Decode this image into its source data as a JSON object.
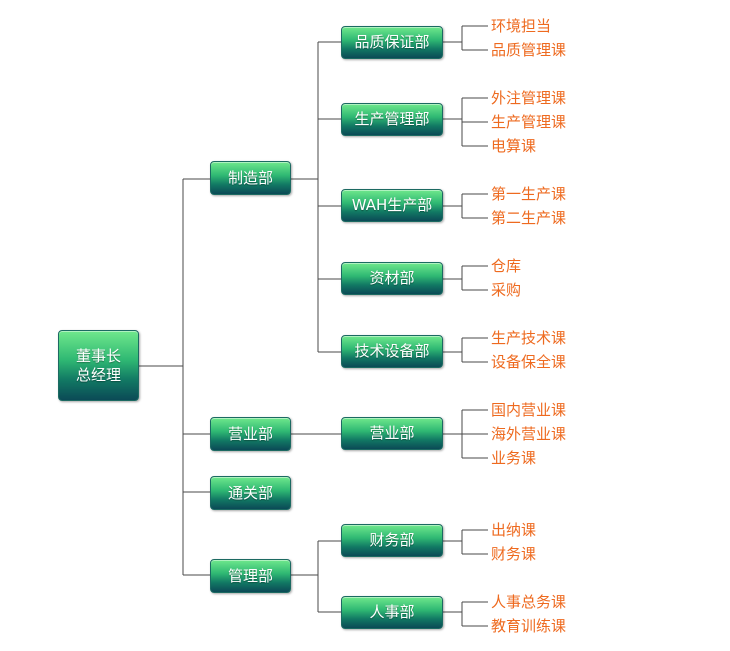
{
  "colors": {
    "leaf_text": "#ee6a1f",
    "line": "#4a4a4a"
  },
  "root": {
    "line1": "董事长",
    "line2": "总经理"
  },
  "divisions": {
    "manufacturing": "制造部",
    "sales": "营业部",
    "customs": "通关部",
    "management": "管理部"
  },
  "departments": {
    "qa": {
      "label": "品质保证部",
      "courses": [
        "环境担当",
        "品质管理课"
      ]
    },
    "production": {
      "label": "生产管理部",
      "courses": [
        "外注管理课",
        "生产管理课",
        "电算课"
      ]
    },
    "wah": {
      "label": "WAH生产部",
      "courses": [
        "第一生产课",
        "第二生产课"
      ]
    },
    "materials": {
      "label": "资材部",
      "courses": [
        "仓库",
        "采购"
      ]
    },
    "tech": {
      "label": "技术设备部",
      "courses": [
        "生产技术课",
        "设备保全课"
      ]
    },
    "sales": {
      "label": "营业部",
      "courses": [
        "国内营业课",
        "海外营业课",
        "业务课"
      ]
    },
    "finance": {
      "label": "财务部",
      "courses": [
        "出纳课",
        "财务课"
      ]
    },
    "hr": {
      "label": "人事部",
      "courses": [
        "人事总务课",
        "教育训练课"
      ]
    }
  }
}
